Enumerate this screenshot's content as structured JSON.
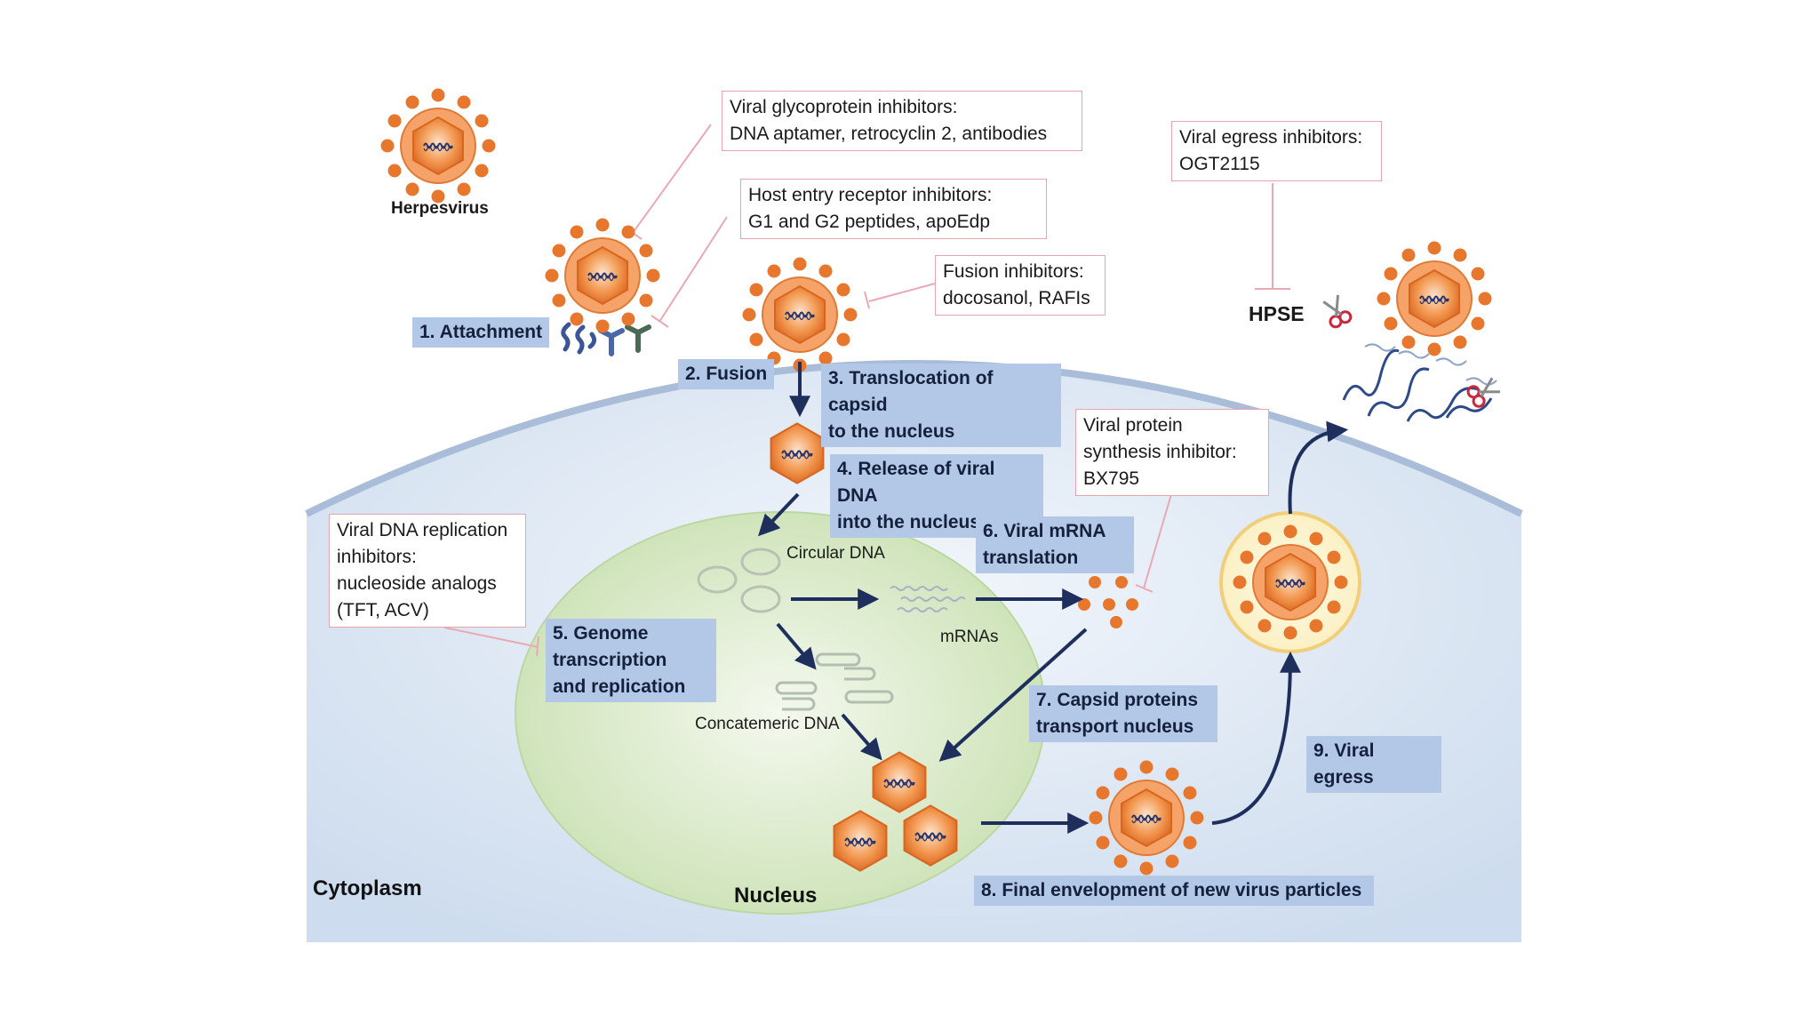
{
  "labels": {
    "herpesvirus": "Herpesvirus",
    "hpse": "HPSE",
    "cytoplasm": "Cytoplasm",
    "nucleus": "Nucleus",
    "circular_dna": "Circular DNA",
    "mrnas": "mRNAs",
    "concatemeric_dna": "Concatemeric DNA"
  },
  "inhibitors": {
    "glycoprotein": "Viral glycoprotein inhibitors:\nDNA aptamer, retrocyclin 2, antibodies",
    "entry_receptor": "Host entry receptor inhibitors:\nG1 and G2 peptides, apoEdp",
    "fusion": "Fusion inhibitors:\ndocosanol, RAFIs",
    "egress": "Viral egress inhibitors:\nOGT2115",
    "protein_synthesis": "Viral protein\nsynthesis inhibitor:\nBX795",
    "dna_replication": "Viral DNA replication\ninhibitors:\nnucleoside analogs\n(TFT, ACV)"
  },
  "steps": {
    "s1": "1. Attachment",
    "s2": "2. Fusion",
    "s3": "3. Translocation of capsid\n    to the nucleus",
    "s4": "4. Release of viral DNA\n    into the nucleus",
    "s5": "5. Genome\n    transcription\n    and replication",
    "s6": "6. Viral mRNA\ntranslation",
    "s7": "7. Capsid proteins\n    transport nucleus",
    "s8": "8. Final envelopment of new virus particles",
    "s9": "9. Viral egress"
  },
  "colors": {
    "step_box": "#b3c7e6",
    "inhibitor_border": "#e7a4ad",
    "virus_orange": "#e8772e",
    "cell": "#dce8f5",
    "nucleus": "#d6e8c4",
    "arrow": "#1e2f5e"
  }
}
